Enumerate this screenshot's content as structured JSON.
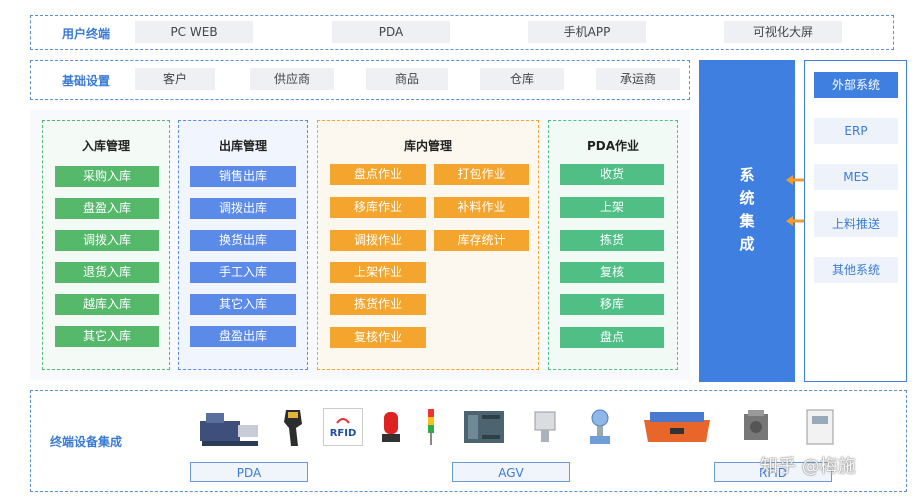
{
  "user_terminal": {
    "label": "用户终端",
    "items": [
      "PC WEB",
      "PDA",
      "手机APP",
      "可视化大屏"
    ]
  },
  "basic_settings": {
    "label": "基础设置",
    "items": [
      "客户",
      "供应商",
      "商品",
      "仓库",
      "承运商"
    ]
  },
  "inbound": {
    "title": "入库管理",
    "items": [
      "采购入库",
      "盘盈入库",
      "调拨入库",
      "退货入库",
      "越库入库",
      "其它入库"
    ]
  },
  "outbound": {
    "title": "出库管理",
    "items": [
      "销售出库",
      "调拨出库",
      "换货出库",
      "手工入库",
      "其它入库",
      "盘盈出库"
    ]
  },
  "warehouse": {
    "title": "库内管理",
    "left": [
      "盘点作业",
      "移库作业",
      "调拨作业",
      "上架作业",
      "拣货作业",
      "复核作业"
    ],
    "right": [
      "打包作业",
      "补料作业",
      "库存统计"
    ]
  },
  "pda_ops": {
    "title": "PDA作业",
    "items": [
      "收货",
      "上架",
      "拣货",
      "复核",
      "移库",
      "盘点"
    ]
  },
  "system_integration": {
    "label_chars": [
      "系",
      "统",
      "集",
      "成"
    ]
  },
  "external": {
    "items": [
      "外部系统",
      "ERP",
      "MES",
      "上料推送",
      "其他系统"
    ]
  },
  "terminal_devices": {
    "label": "终端设备集成",
    "rfid_text": "RFID",
    "bottom": [
      "PDA",
      "AGV",
      "RFID"
    ]
  },
  "watermark": "知乎 @梅施",
  "colors": {
    "accent": "#3a7bd5",
    "inbound": "#56b86b",
    "outbound": "#5b8ae8",
    "warehouse": "#f3a52d",
    "pda": "#4fbf86",
    "integration": "#3e7fe0"
  }
}
